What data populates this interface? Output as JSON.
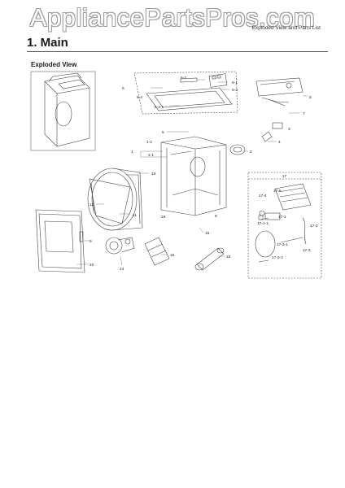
{
  "watermark": "AppliancePartsPros.com",
  "header_note": "Exploded View and Parts List",
  "section": {
    "title": "1.  Main"
  },
  "subsection": {
    "title": "Exploded View"
  },
  "callouts": {
    "c1": "1",
    "c1_1": "1-1",
    "c1_2": "1-2",
    "c2": "2",
    "c3": "3",
    "c4": "4",
    "c5": "5",
    "c6": "6",
    "c6_1": "6-1",
    "c6_2": "6-2",
    "c6_3": "6-3",
    "c6_4": "6-4",
    "c6_4_1": "6-4-1",
    "c7": "7",
    "c8": "8",
    "c8b": "8",
    "c9": "9",
    "c10": "10",
    "c11": "11",
    "c12": "12",
    "c13": "13",
    "c14": "14",
    "c15": "15",
    "c16": "16",
    "c16b": "16",
    "c17": "17",
    "c17_1": "17-1",
    "c17_1_1": "17-1-1",
    "c17_2": "17-2",
    "c17_3": "17-3",
    "c17_3_1": "17-3-1",
    "c17_3_2": "17-3-2",
    "c17_4": "17-4",
    "c17_5": "17-5",
    "c18": "18"
  }
}
